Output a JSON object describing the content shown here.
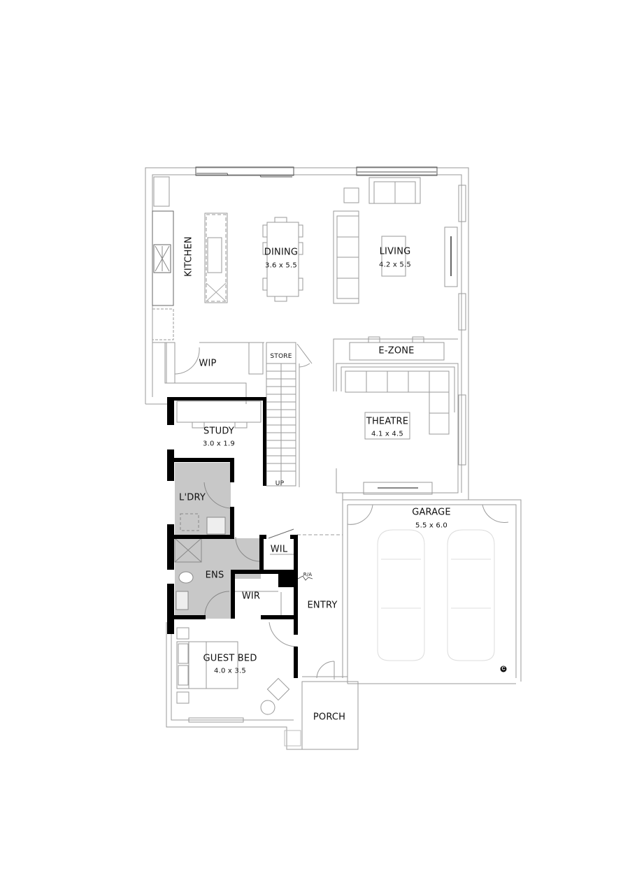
{
  "plan": {
    "type": "ground-floor-plan",
    "colors": {
      "wall_heavy": "#000000",
      "line": "#9a9a9a",
      "wet_area_fill": "#c8c8c8",
      "car_outline": "#dcdcdc",
      "background": "#ffffff"
    }
  },
  "rooms": {
    "kitchen": {
      "name": "KITCHEN"
    },
    "dining": {
      "name": "DINING",
      "dims": "3.6 x 5.5"
    },
    "living": {
      "name": "LIVING",
      "dims": "4.2 x 5.5"
    },
    "wip": {
      "name": "WIP"
    },
    "store": {
      "name": "STORE"
    },
    "ezone": {
      "name": "E-ZONE"
    },
    "study": {
      "name": "STUDY",
      "dims": "3.0 x 1.9"
    },
    "theatre": {
      "name": "THEATRE",
      "dims": "4.1 x 4.5"
    },
    "stairs": {
      "label": "UP"
    },
    "laundry": {
      "name": "L'DRY"
    },
    "garage": {
      "name": "GARAGE",
      "dims": "5.5 x 6.0"
    },
    "wil": {
      "name": "WIL"
    },
    "ensuite": {
      "name": "ENS"
    },
    "wir": {
      "name": "WIR"
    },
    "entry": {
      "name": "ENTRY"
    },
    "ra": {
      "label": "R/A"
    },
    "guest_bed": {
      "name": "GUEST BED",
      "dims": "4.0 x 3.5"
    },
    "porch": {
      "name": "PORCH"
    }
  },
  "marks": {
    "copyright": "C"
  }
}
